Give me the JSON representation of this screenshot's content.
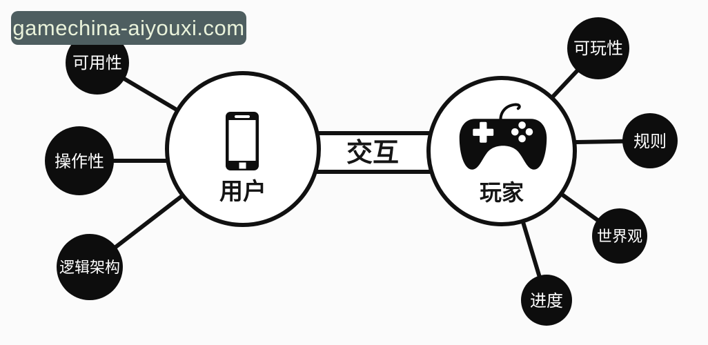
{
  "watermark": {
    "text": "gamechina-aiyouxi.com",
    "bg_color": "#4e5e60",
    "text_color": "#e9f2da"
  },
  "diagram": {
    "interaction_label": "交互",
    "left_hub": {
      "label": "用户",
      "icon": "smartphone-icon"
    },
    "right_hub": {
      "label": "玩家",
      "icon": "gamepad-icon"
    },
    "left_satellites": [
      {
        "label": "可用性"
      },
      {
        "label": "操作性"
      },
      {
        "label": "逻辑架构"
      }
    ],
    "right_satellites": [
      {
        "label": "可玩性"
      },
      {
        "label": "规则"
      },
      {
        "label": "世界观"
      },
      {
        "label": "进度"
      }
    ],
    "colors": {
      "background": "#fbfbfb",
      "node_fill": "#0d0d0d",
      "node_text": "#ffffff",
      "line": "#111111",
      "hub_fill": "#ffffff",
      "hub_border": "#111111"
    }
  }
}
